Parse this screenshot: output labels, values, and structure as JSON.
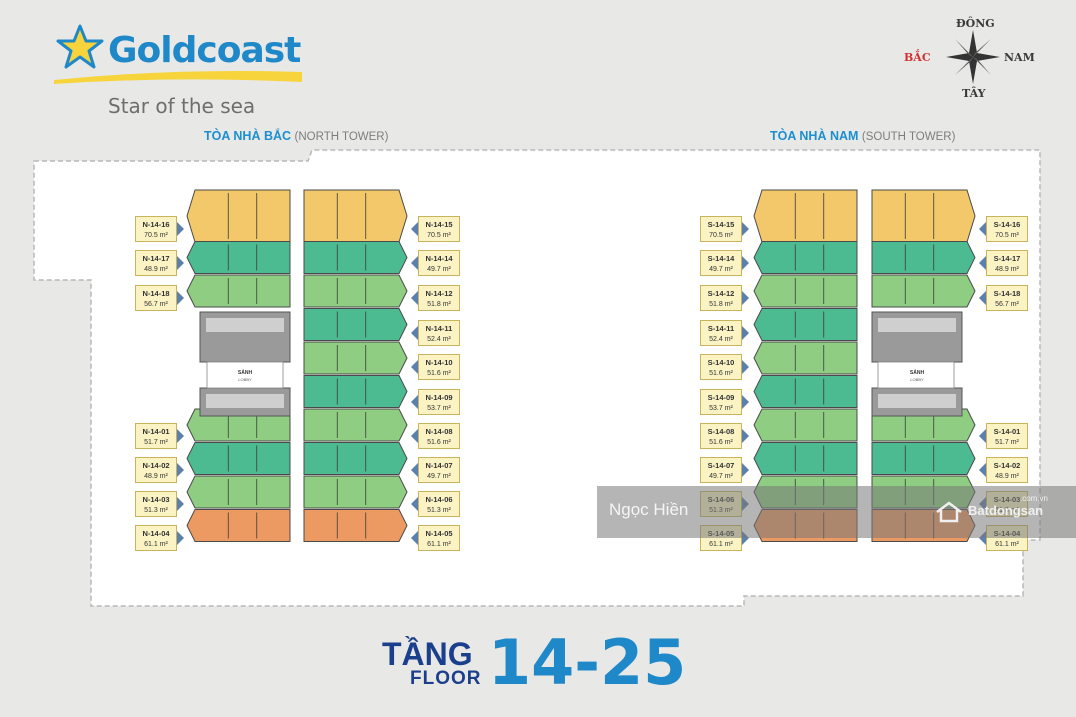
{
  "logo": {
    "name": "Goldcoast",
    "tagline": "Star of the sea"
  },
  "compass": {
    "north": "BẮC",
    "east": "ĐÔNG",
    "south": "NAM",
    "west": "TÂY"
  },
  "towers": {
    "north": {
      "title_vn": "TÒA NHÀ BẮC",
      "title_en": "(NORTH TOWER)"
    },
    "south": {
      "title_vn": "TÒA NHÀ NAM",
      "title_en": "(SOUTH TOWER)"
    }
  },
  "lobby_label": {
    "vn": "SẢNH",
    "en": "LOBBY"
  },
  "north_units_left": [
    {
      "id": "N-14-16",
      "area": "70.5 m²"
    },
    {
      "id": "N-14-17",
      "area": "48.9 m²"
    },
    {
      "id": "N-14-18",
      "area": "56.7 m²"
    },
    {
      "id": "N-14-01",
      "area": "51.7 m²"
    },
    {
      "id": "N-14-02",
      "area": "48.9 m²"
    },
    {
      "id": "N-14-03",
      "area": "51.3 m²"
    },
    {
      "id": "N-14-04",
      "area": "61.1 m²"
    }
  ],
  "north_units_right": [
    {
      "id": "N-14-15",
      "area": "70.5 m²"
    },
    {
      "id": "N-14-14",
      "area": "49.7 m²"
    },
    {
      "id": "N-14-12",
      "area": "51.8 m²"
    },
    {
      "id": "N-14-11",
      "area": "52.4 m²"
    },
    {
      "id": "N-14-10",
      "area": "51.6 m²"
    },
    {
      "id": "N-14-09",
      "area": "53.7 m²"
    },
    {
      "id": "N-14-08",
      "area": "51.6 m²"
    },
    {
      "id": "N-14-07",
      "area": "49.7 m²"
    },
    {
      "id": "N-14-06",
      "area": "51.3 m²"
    },
    {
      "id": "N-14-05",
      "area": "61.1 m²"
    }
  ],
  "south_units_left": [
    {
      "id": "S-14-15",
      "area": "70.5 m²"
    },
    {
      "id": "S-14-14",
      "area": "49.7 m²"
    },
    {
      "id": "S-14-12",
      "area": "51.8 m²"
    },
    {
      "id": "S-14-11",
      "area": "52.4 m²"
    },
    {
      "id": "S-14-10",
      "area": "51.6 m²"
    },
    {
      "id": "S-14-09",
      "area": "53.7 m²"
    },
    {
      "id": "S-14-08",
      "area": "51.6 m²"
    },
    {
      "id": "S-14-07",
      "area": "49.7 m²"
    },
    {
      "id": "S-14-06",
      "area": "51.3 m²"
    },
    {
      "id": "S-14-05",
      "area": "61.1 m²"
    }
  ],
  "south_units_right": [
    {
      "id": "S-14-16",
      "area": "70.5 m²"
    },
    {
      "id": "S-14-17",
      "area": "48.9 m²"
    },
    {
      "id": "S-14-18",
      "area": "56.7 m²"
    },
    {
      "id": "S-14-01",
      "area": "51.7 m²"
    },
    {
      "id": "S-14-02",
      "area": "48.9 m²"
    },
    {
      "id": "S-14-03",
      "area": "51.3 m²"
    },
    {
      "id": "S-14-04",
      "area": "61.1 m²"
    }
  ],
  "floor": {
    "vn": "TẦNG",
    "en": "FLOOR",
    "range": "14-25"
  },
  "watermark": {
    "name": "Ngọc Hiền",
    "brand": "Batdongsan",
    "domain": ".com.vn"
  },
  "colors": {
    "gold_unit": "#f3c86a",
    "teal_unit": "#4dbb92",
    "green_unit": "#8fce82",
    "orange_unit": "#ec9a62",
    "core": "#9a9a9a",
    "accent": "#1b8fd0"
  }
}
